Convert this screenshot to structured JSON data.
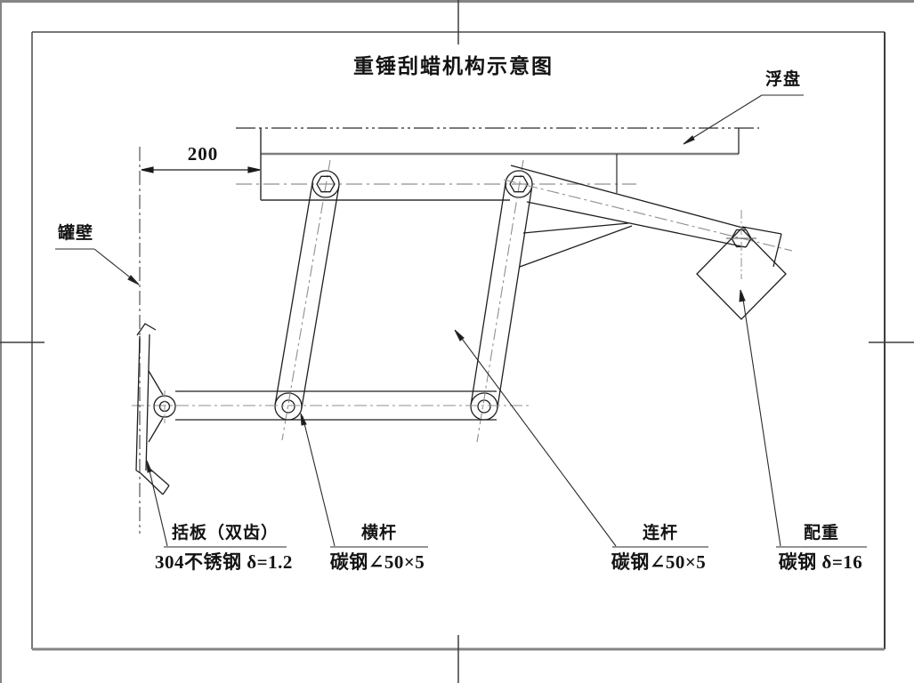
{
  "title": "重锤刮蜡机构示意图",
  "dimension": {
    "value": "200"
  },
  "labels": {
    "floating_plate": {
      "name": "浮盘"
    },
    "tank_wall": {
      "name": "罐壁"
    },
    "scraper": {
      "name": "括板（双齿）",
      "spec": "304不锈钢 δ=1.2"
    },
    "cross_bar": {
      "name": "横杆",
      "spec": "碳钢∠50×5"
    },
    "link_rod": {
      "name": "连杆",
      "spec": "碳钢∠50×5"
    },
    "counterweight": {
      "name": "配重",
      "spec": "碳钢 δ=16"
    }
  },
  "colors": {
    "line": "#1a1a1a",
    "gray_edge": "#858585",
    "centerline": "#8f8f8f"
  }
}
